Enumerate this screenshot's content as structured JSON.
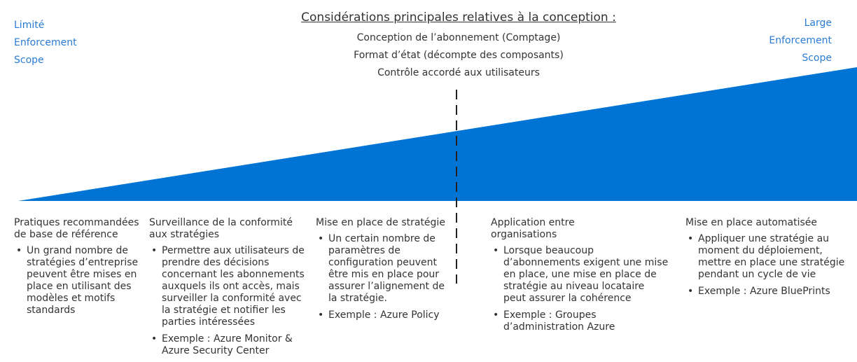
{
  "left_scale": {
    "label1": "Limité",
    "label2": "Enforcement",
    "label3": "Scope"
  },
  "right_scale": {
    "label1": "Large",
    "label2": "Enforcement",
    "label3": "Scope"
  },
  "header": {
    "title": "Considérations principales relatives à la conception :",
    "items": [
      "Conception de l’abonnement (Comptage)",
      "Format d’état (décompte des composants)",
      "Contrôle accordé aux utilisateurs"
    ]
  },
  "colors": {
    "wedge": "#0074d4",
    "side_labels": "#2a7bd5"
  },
  "columns": [
    {
      "title": "Pratiques recommandées de base de référence",
      "bullets": [
        "Un grand nombre de stratégies d’entreprise peuvent être mises en place en utilisant des modèles et motifs standards"
      ]
    },
    {
      "title": "Surveillance de la conformité aux stratégies",
      "bullets": [
        "Permettre aux utilisateurs de prendre des décisions concernant les abonnements auxquels ils ont accès, mais surveiller la conformité avec la stratégie et notifier les parties intéressées",
        "Exemple : Azure Monitor & Azure Security Center"
      ]
    },
    {
      "title": "Mise en place de stratégie",
      "bullets": [
        "Un certain nombre de paramètres de configuration peuvent être mis en place pour assurer l’alignement de la stratégie.",
        "Exemple : Azure Policy"
      ]
    },
    {
      "title": "Application entre organisations",
      "bullets": [
        "Lorsque beaucoup d’abonnements exigent une mise en place, une mise en place de stratégie au niveau locataire peut assurer la cohérence",
        "Exemple : Groupes d’administration Azure"
      ]
    },
    {
      "title": "Mise en place automatisée",
      "bullets": [
        "Appliquer une stratégie au moment du déploiement, mettre en place une stratégie pendant un cycle de vie",
        "Exemple : Azure BluePrints"
      ]
    }
  ]
}
